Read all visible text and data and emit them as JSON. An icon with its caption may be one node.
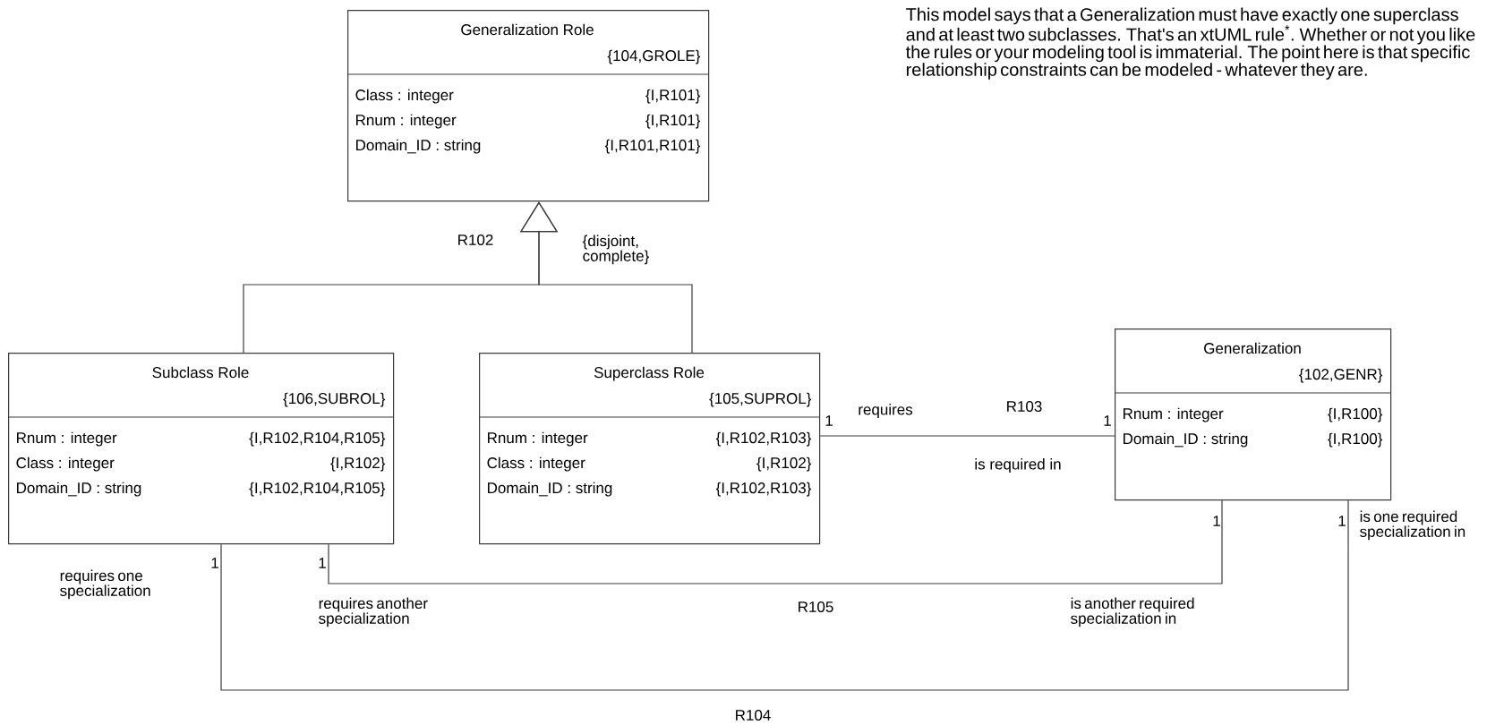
{
  "diagram": {
    "nodes": [
      {
        "text": [
          "Generalization Role",
          "{104,GROLE}",
          "Class : integer",
          "{I,R101}",
          "Rnum : integer",
          "{I,R101}",
          "Domain_ID : string",
          "{I,R101,R101}"
        ]
      },
      {
        "text": [
          "Subclass Role",
          "{106,SUBROL}",
          "Rnum : integer",
          "{I,R102,R104,R105}",
          "Class : integer",
          "{I,R102}",
          "Domain_ID : string",
          "{I,R102,R104,R105}"
        ]
      },
      {
        "text": [
          "Superclass Role",
          "{105,SUPROL}",
          "Rnum : integer",
          "{I,R102,R103}",
          "Class : integer",
          "{I,R102}",
          "Domain_ID : string",
          "{I,R102,R103}"
        ]
      },
      {
        "text": [
          "Generalization",
          "{102,GENR}",
          "Rnum : integer",
          "{I,R100}",
          "Domain_ID : string",
          "{I,R100}"
        ]
      }
    ],
    "edges": [
      {
        "from": 1,
        "to": 0,
        "arrow": "to",
        "label": "R102"
      },
      {
        "from": 2,
        "to": 0,
        "arrow": "to"
      },
      {
        "from": 2,
        "to": 3,
        "arrow": "none",
        "label": "R103"
      },
      {
        "from": 1,
        "to": 3,
        "arrow": "none",
        "label": "R105"
      },
      {
        "from": 1,
        "to": 3,
        "arrow": "none",
        "label": "R104"
      }
    ],
    "labels": [
      "This model says that a Generalization must have exactly one superclass and at least two subclasses. That's an xtUML rule$^{*}$. Whether or not you like the rules or your modeling tool is immaterial. The point here is that specific relationship constraints can be modeled - whatever they are.",
      "{disjoint, complete}",
      "1",
      "requires",
      "1",
      "is required in",
      "1",
      "1",
      "is one required specialization in",
      "1",
      "1",
      "requires one specialization",
      "requires another specialization",
      "is another required specialization in"
    ]
  }
}
